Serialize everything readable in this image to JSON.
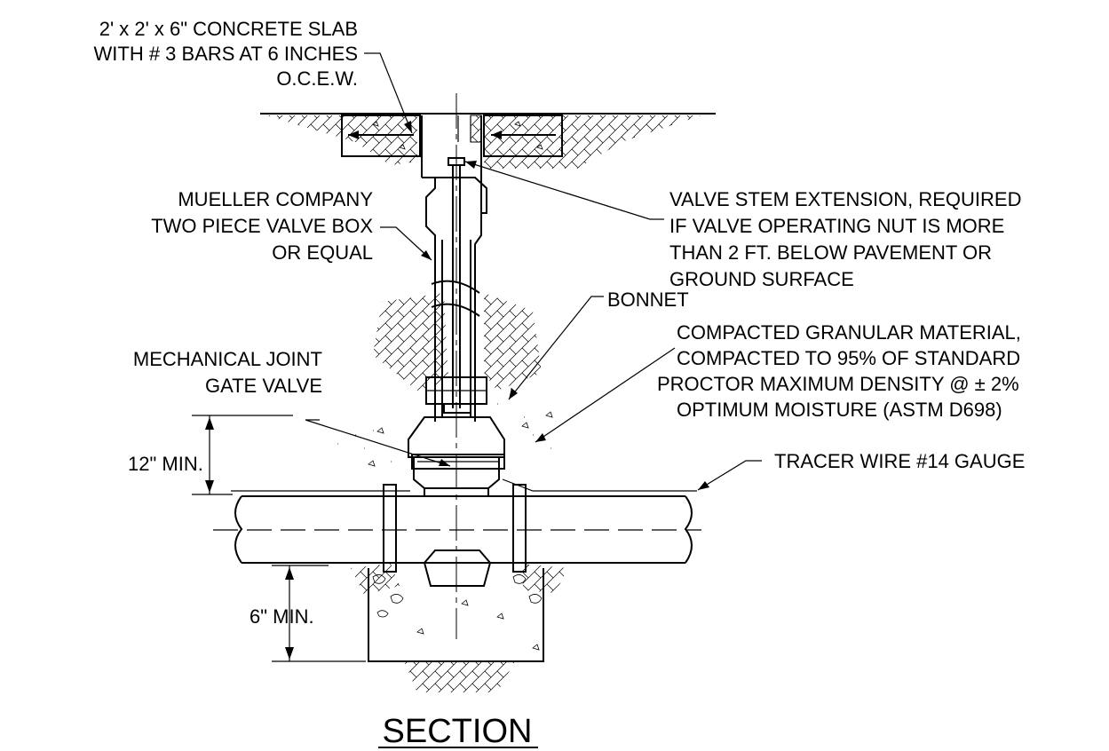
{
  "labels": {
    "slab": [
      "2' x 2' x 6\" CONCRETE SLAB",
      "WITH # 3 BARS AT 6 INCHES",
      "O.C.E.W."
    ],
    "valve_box": [
      "MUELLER COMPANY",
      "TWO PIECE VALVE BOX",
      "OR EQUAL"
    ],
    "stem_ext": [
      "VALVE STEM EXTENSION, REQUIRED",
      "IF VALVE OPERATING NUT IS MORE",
      "THAN 2 FT. BELOW PAVEMENT OR",
      "GROUND SURFACE"
    ],
    "bonnet": "BONNET",
    "backfill": [
      "COMPACTED GRANULAR MATERIAL,",
      "COMPACTED TO 95% OF STANDARD",
      "PROCTOR MAXIMUM DENSITY @ ± 2%",
      "OPTIMUM MOISTURE (ASTM D698)"
    ],
    "gate_valve": [
      "MECHANICAL JOINT",
      "GATE VALVE"
    ],
    "tracer": "TRACER WIRE #14 GAUGE",
    "dim_top": "12\" MIN.",
    "dim_bottom": "6\" MIN."
  },
  "title": "SECTION",
  "colors": {
    "ink": "#000000",
    "paper": "#ffffff"
  }
}
